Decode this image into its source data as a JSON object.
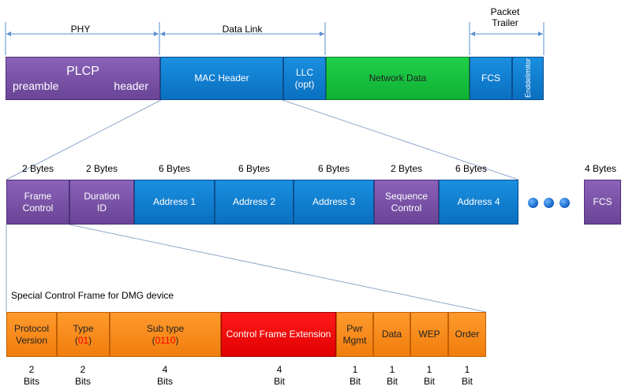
{
  "top": {
    "labels": {
      "phy": "PHY",
      "data_link": "Data Link",
      "packet_trailer_1": "Packet",
      "packet_trailer_2": "Trailer"
    },
    "plcp": {
      "title": "PLCP",
      "preamble": "preamble",
      "header": "header"
    },
    "mac_header": "MAC Header",
    "llc_1": "LLC",
    "llc_2": "(opt)",
    "network_data": "Network Data",
    "fcs": "FCS",
    "end_delimitor_1": "End",
    "end_delimitor_2": "delimitor"
  },
  "mac": {
    "sizes": [
      "2 Bytes",
      "2 Bytes",
      "6 Bytes",
      "6 Bytes",
      "6 Bytes",
      "2 Bytes",
      "6 Bytes",
      "4 Bytes"
    ],
    "frame_control_1": "Frame",
    "frame_control_2": "Control",
    "duration_1": "Duration",
    "duration_2": "ID",
    "address1": "Address 1",
    "address2": "Address 2",
    "address3": "Address 3",
    "sequence_1": "Sequence",
    "sequence_2": "Control",
    "address4": "Address 4",
    "fcs": "FCS"
  },
  "control": {
    "title": "Special Control Frame for DMG device",
    "protocol_1": "Protocol",
    "protocol_2": "Version",
    "type_label": "Type",
    "type_value": "01",
    "subtype_label": "Sub type",
    "subtype_value": "0110",
    "cfe": "Control Frame Extension",
    "pwr_1": "Pwr",
    "pwr_2": "Mgmt",
    "data": "Data",
    "wep": "WEP",
    "order": "Order",
    "bits": [
      {
        "n": "2",
        "u": "Bits"
      },
      {
        "n": "2",
        "u": "Bits"
      },
      {
        "n": "4",
        "u": "Bits"
      },
      {
        "n": "4",
        "u": "Bit"
      },
      {
        "n": "1",
        "u": "Bit"
      },
      {
        "n": "1",
        "u": "Bit"
      },
      {
        "n": "1",
        "u": "Bit"
      },
      {
        "n": "1",
        "u": "Bit"
      }
    ]
  }
}
